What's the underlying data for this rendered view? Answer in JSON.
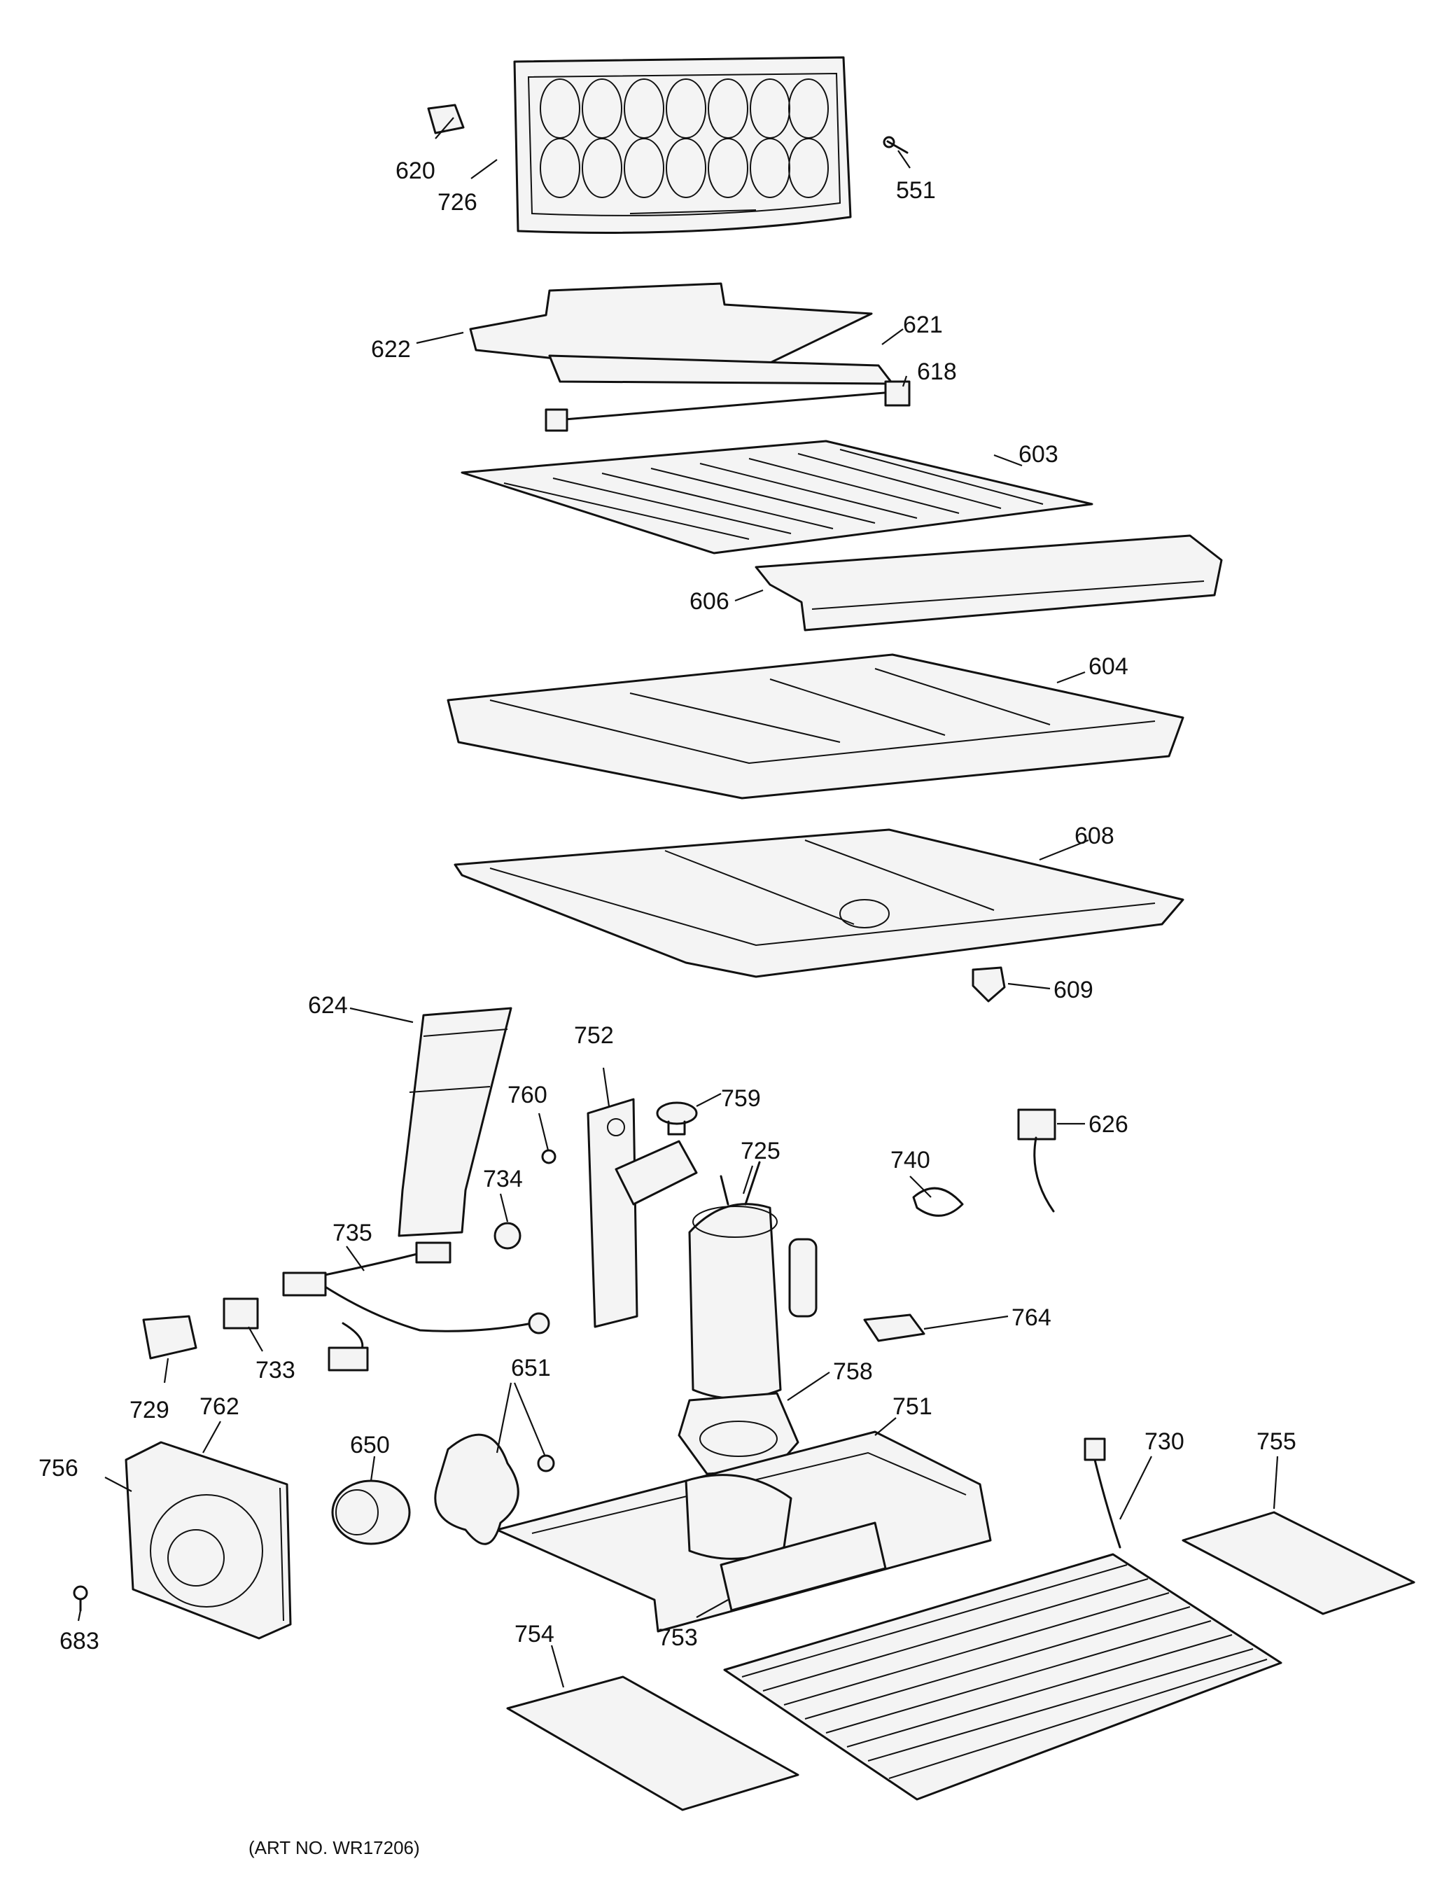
{
  "callouts": {
    "c620": "620",
    "c726": "726",
    "c551": "551",
    "c622": "622",
    "c621": "621",
    "c618": "618",
    "c603": "603",
    "c606": "606",
    "c604": "604",
    "c608": "608",
    "c609": "609",
    "c624": "624",
    "c752": "752",
    "c759": "759",
    "c760": "760",
    "c626": "626",
    "c725": "725",
    "c740": "740",
    "c734": "734",
    "c735": "735",
    "c764": "764",
    "c733": "733",
    "c729": "729",
    "c651": "651",
    "c758": "758",
    "c762": "762",
    "c751": "751",
    "c650": "650",
    "c756": "756",
    "c730": "730",
    "c755": "755",
    "c683": "683",
    "c754": "754",
    "c753": "753"
  },
  "footer": {
    "art_number": "(ART NO. WR17206)"
  }
}
